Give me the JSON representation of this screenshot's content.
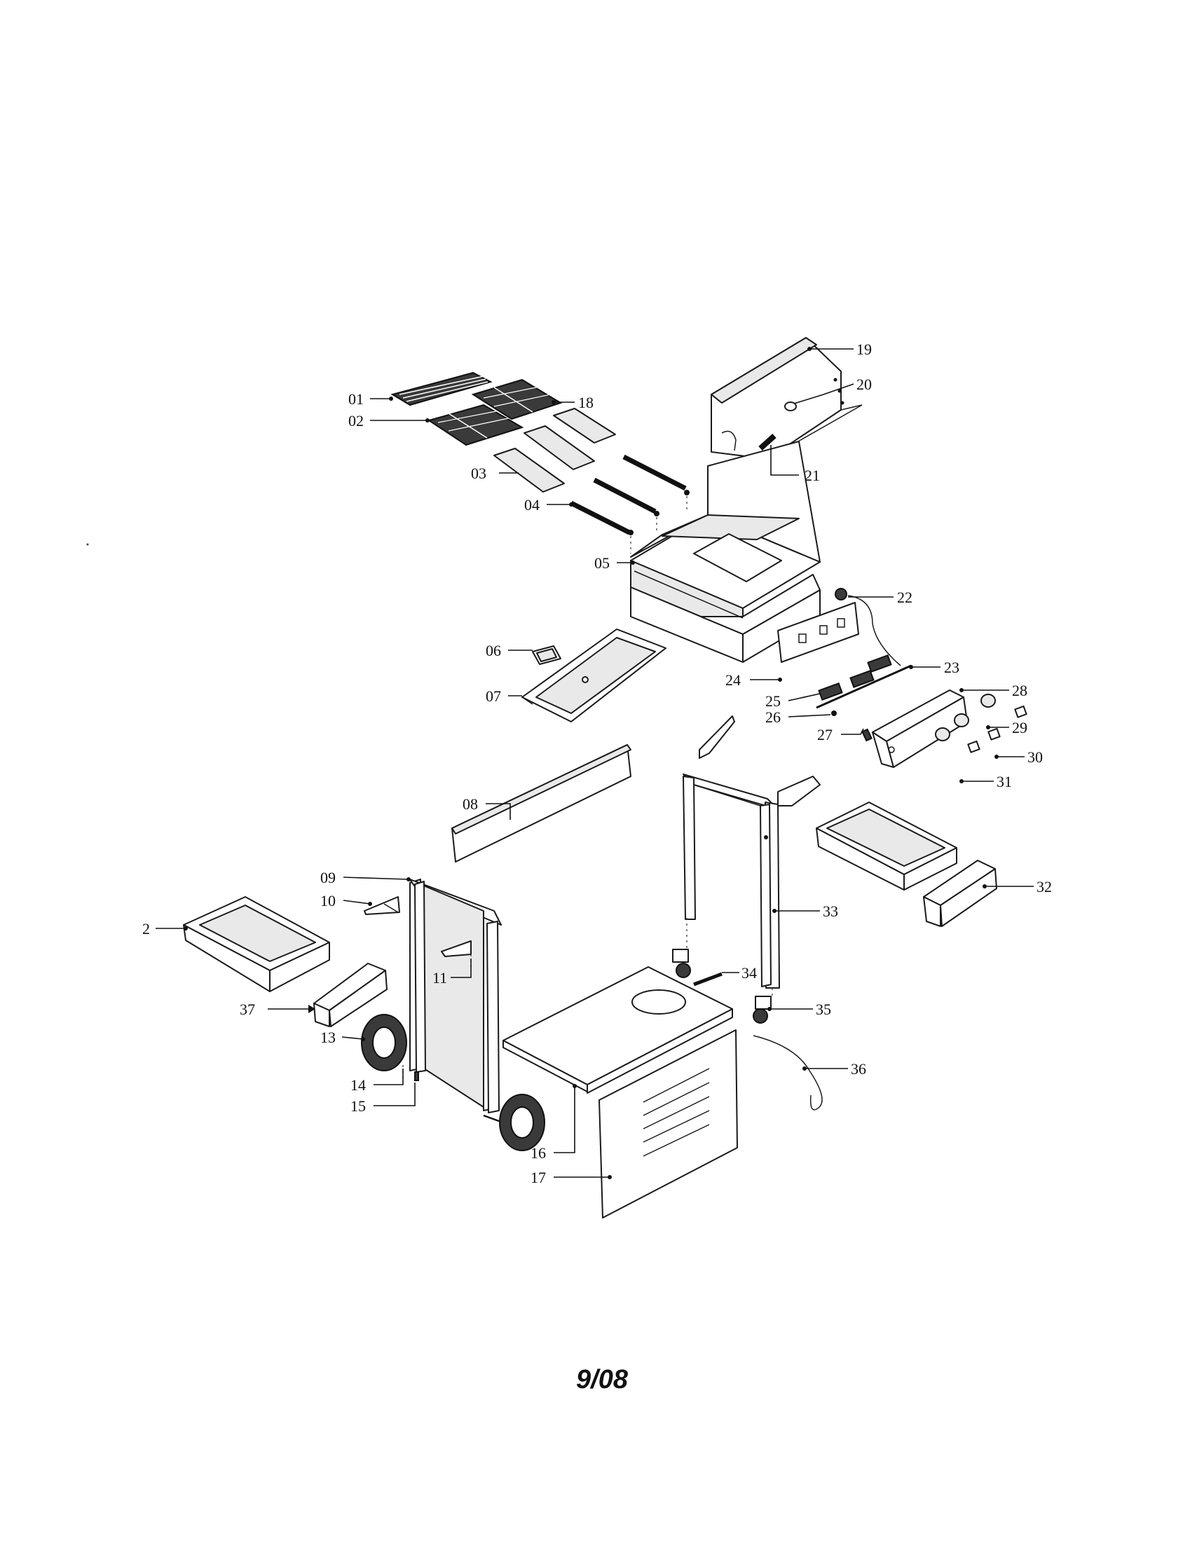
{
  "footer": {
    "date_code": "9/08"
  },
  "labels": {
    "p01": "01",
    "p02": "02",
    "p03": "03",
    "p04": "04",
    "p05": "05",
    "p06": "06",
    "p07": "07",
    "p08": "08",
    "p09": "09",
    "p10": "10",
    "p11": "11",
    "p13": "13",
    "p14": "14",
    "p15": "15",
    "p16": "16",
    "p17": "17",
    "p18": "18",
    "p19": "19",
    "p20": "20",
    "p21": "21",
    "p22": "22",
    "p23": "23",
    "p24": "24",
    "p25": "25",
    "p26": "26",
    "p27": "27",
    "p28": "28",
    "p29": "29",
    "p30": "30",
    "p31": "31",
    "p32": "32",
    "p33": "33",
    "p34": "34",
    "p35": "35",
    "p36": "36",
    "p37": "37",
    "p2": "2"
  }
}
